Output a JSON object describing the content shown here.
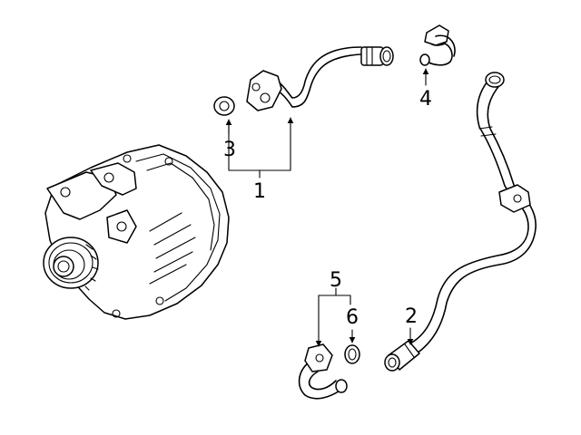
{
  "diagram": {
    "callouts": [
      {
        "id": "1",
        "label": "1"
      },
      {
        "id": "2",
        "label": "2"
      },
      {
        "id": "3",
        "label": "3"
      },
      {
        "id": "4",
        "label": "4"
      },
      {
        "id": "5",
        "label": "5"
      },
      {
        "id": "6",
        "label": "6"
      }
    ],
    "parts": [
      "alternator",
      "oil-feed-line",
      "seal-washer",
      "banjo-fitting",
      "oil-return-hose",
      "oil-return-fitting",
      "o-ring"
    ],
    "colors": {
      "line": "#000000",
      "background": "#ffffff"
    }
  }
}
